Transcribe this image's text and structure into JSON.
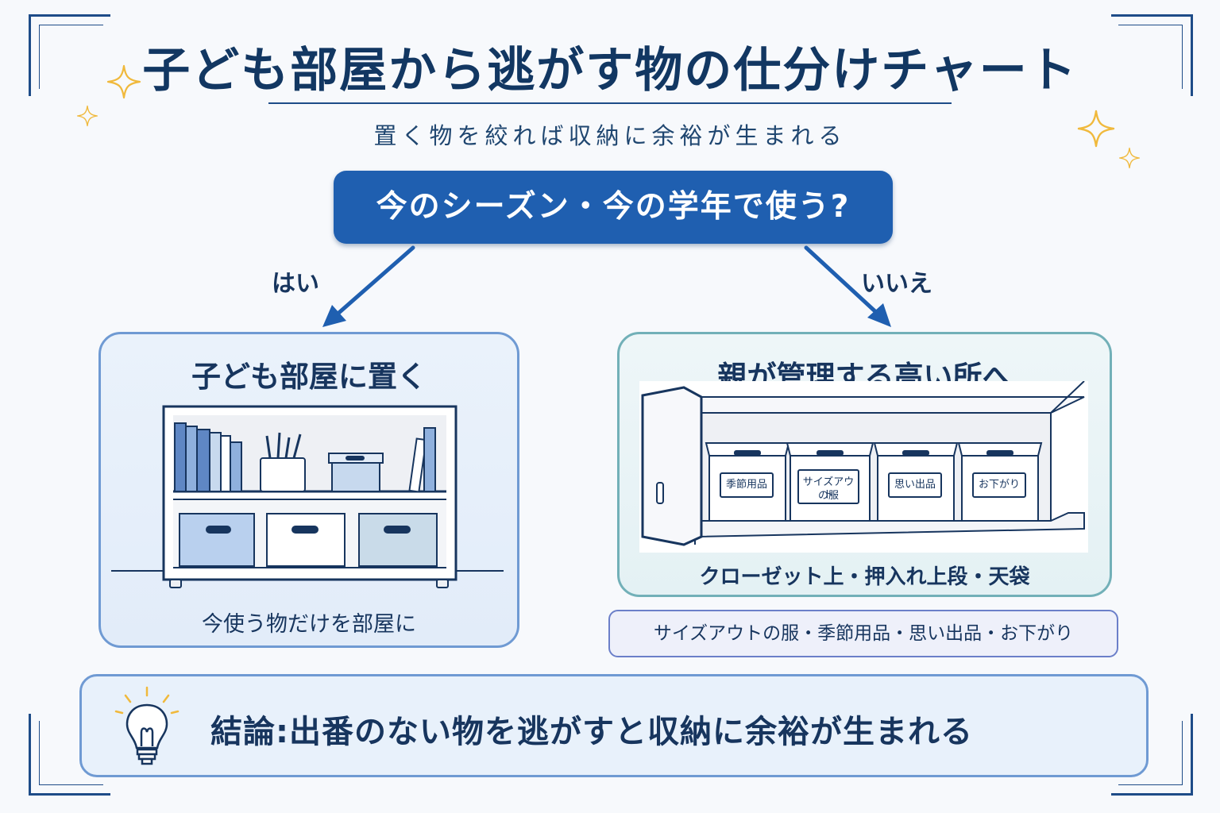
{
  "title": "子ども部屋から逃がす物の仕分けチャート",
  "subtitle": "置く物を絞れば収納に余裕が生まれる",
  "question": "今のシーズン・今の学年で使う?",
  "branches": {
    "yes": "はい",
    "no": "いいえ"
  },
  "left": {
    "title": "子ども部屋に置く",
    "caption": "今使う物だけを部屋に"
  },
  "right": {
    "title": "親が管理する高い所へ",
    "caption": "クローゼット上・押入れ上段・天袋",
    "box_labels": [
      "季節用品",
      "サイズアウト",
      "の服",
      "思い出品",
      "お下がり"
    ]
  },
  "examples": "サイズアウトの服・季節用品・思い出品・お下がり",
  "conclusion": "結論:出番のない物を逃がすと収納に余裕が生まれる",
  "colors": {
    "navy": "#123762",
    "accent_blue": "#1f5fb0",
    "left_border": "#6f9ad3",
    "right_border": "#72b0b8",
    "sparkle": "#f0b93c"
  },
  "icons": [
    "sparkle-icon",
    "lightbulb-icon",
    "arrow-icon"
  ]
}
